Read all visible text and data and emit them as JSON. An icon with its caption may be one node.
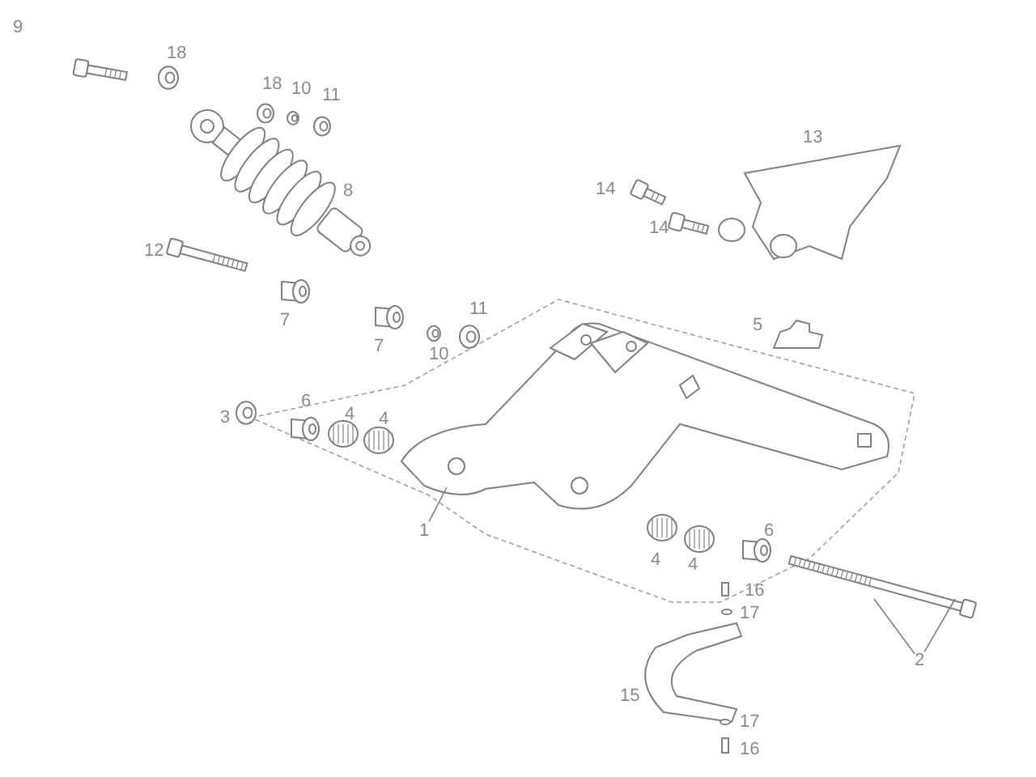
{
  "diagram": {
    "nodes": [
      {
        "text": [
          "1"
        ]
      },
      {
        "text": [],
        "shape": "picture"
      },
      {
        "text": [
          "2"
        ]
      },
      {
        "text": [],
        "shape": "picture"
      }
    ],
    "edges": [
      {
        "from": 0,
        "to": 1,
        "arrow": "none"
      },
      {
        "from": 2,
        "to": 3,
        "arrow": "none"
      },
      {
        "from": 2,
        "to": 3,
        "arrow": "none"
      }
    ],
    "labels": [
      "9",
      "18",
      "18",
      "10",
      "11",
      "13",
      "8",
      "14",
      "14",
      "12",
      "7",
      "11",
      "5",
      "7",
      "10",
      "3",
      "6",
      "4",
      "4",
      "6",
      "4",
      "4",
      "16",
      "17",
      "15",
      "17",
      "16"
    ]
  }
}
